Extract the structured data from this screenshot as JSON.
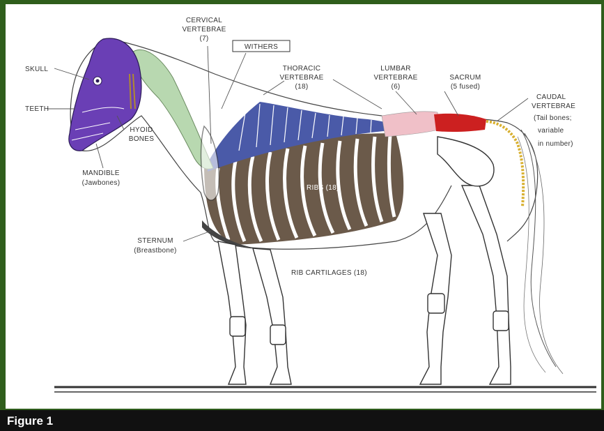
{
  "diagram": {
    "labels": {
      "skull": "SKULL",
      "teeth": "TEETH",
      "cervical_line1": "CERVICAL",
      "cervical_line2": "VERTEBRAE",
      "cervical_line3": "(7)",
      "withers": "WITHERS",
      "thoracic_line1": "THORACIC",
      "thoracic_line2": "VERTEBRAE",
      "thoracic_line3": "(18)",
      "lumbar_line1": "LUMBAR",
      "lumbar_line2": "VERTEBRAE",
      "lumbar_line3": "(6)",
      "sacrum_line1": "SACRUM",
      "sacrum_line2": "(5 fused)",
      "caudal_line1": "CAUDAL",
      "caudal_line2": "VERTEBRAE",
      "caudal_line3": "(Tail bones;",
      "caudal_line4": "variable",
      "caudal_line5": "in number)",
      "hyoid_line1": "HYOID",
      "hyoid_line2": "BONES",
      "mandible_line1": "MANDIBLE",
      "mandible_line2": "(Jawbones)",
      "ribs": "RIBS (18)",
      "sternum_line1": "STERNUM",
      "sternum_line2": "(Breastbone)",
      "rib_cartilages": "RIB CARTILAGES (18)"
    },
    "colors": {
      "skull": "#6a3fb5",
      "cervical": "#b8d8b0",
      "thoracic": "#4a5aa8",
      "lumbar": "#f0c0c8",
      "sacrum": "#cc2020",
      "caudal": "#d8b030",
      "ribs": "#6b5a4a",
      "background_frame": "#2f5e1c"
    }
  },
  "caption": {
    "title": "Figure 1"
  }
}
